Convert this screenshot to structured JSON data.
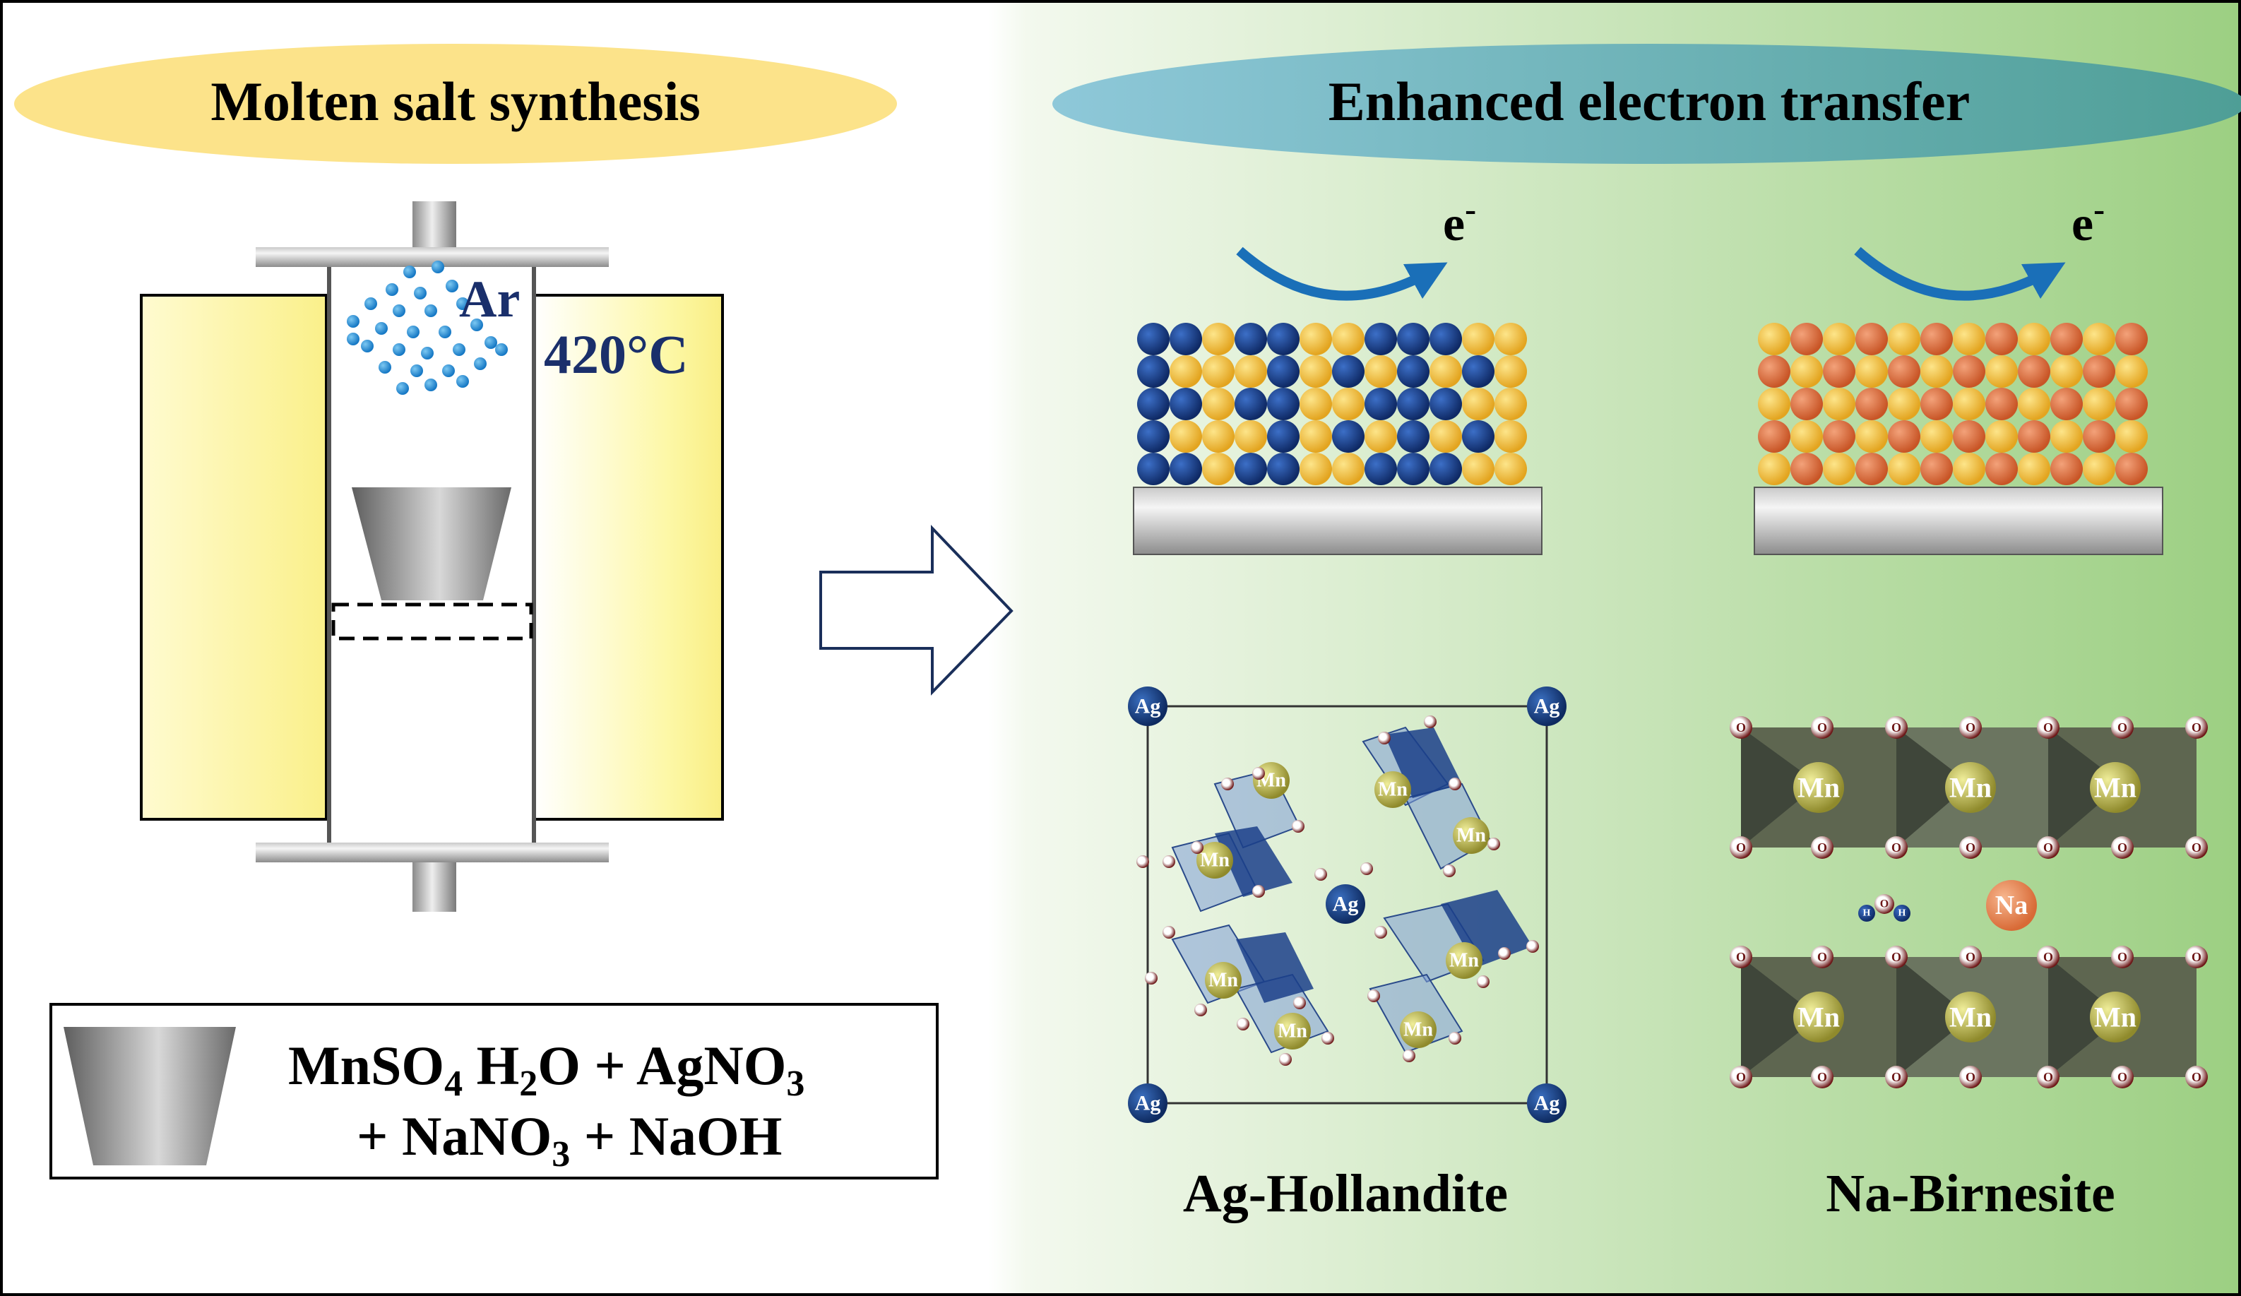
{
  "left_panel": {
    "title": "Molten salt synthesis",
    "gas_label": "Ar",
    "temperature_label": "420°C",
    "reagents_line1": [
      "MnSO",
      "4",
      " H",
      "2",
      "O + AgNO",
      "3"
    ],
    "reagents_line2": [
      "+ NaNO",
      "3",
      " + NaOH"
    ]
  },
  "right_panel": {
    "title": "Enhanced electron transfer",
    "electron_label": "e",
    "electron_charge": "-",
    "structures": [
      {
        "name": "Ag-Hollandite",
        "corner_ion": "Ag",
        "center_ion": "Ag",
        "metal": "Mn",
        "oxygen": "O"
      },
      {
        "name": "Na-Birnesite",
        "interlayer_ion": "Na",
        "water": [
          "H",
          "O",
          "H"
        ],
        "metal": "Mn",
        "oxygen": "O"
      }
    ]
  },
  "colors": {
    "title_left_fill": "#fce38a",
    "title_right_fill_start": "#8ec8d9",
    "title_right_fill_end": "#4e9e96",
    "furnace_fill": "#fdf9b0",
    "navy_text": "#1a2f6b",
    "argon_dots": "#1e90d6",
    "arrow_blue": "#1a6fb8",
    "yellow_atom": "#f0b429",
    "navy_atom": "#1b3f8a",
    "orange_atom": "#e0703a",
    "oxygen_red": "#7a1a1a",
    "bg_green_end": "#9ccf82"
  }
}
